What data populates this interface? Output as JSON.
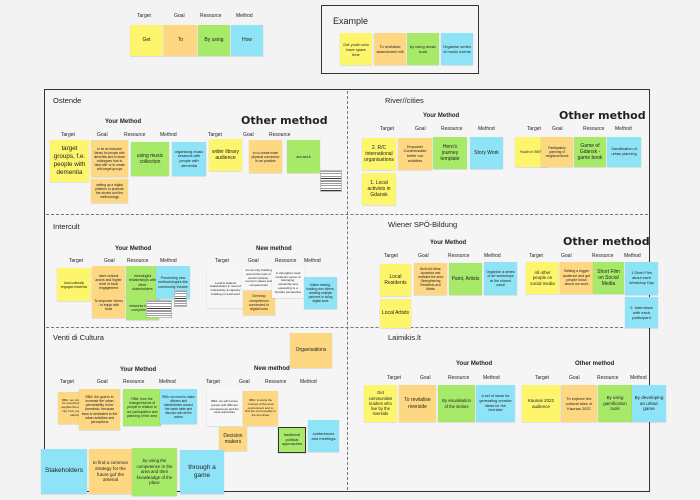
{
  "legend": {
    "headers": [
      "Target",
      "Goal",
      "Resource",
      "Method"
    ],
    "notes": [
      "Get",
      "To",
      "By using",
      "How"
    ]
  },
  "example": {
    "title": "Example",
    "notes": [
      "Get youth who have spare time",
      "To revitalize abandoned mill",
      "by using music boat",
      "Organise series of music events"
    ]
  },
  "h": {
    "target": "Target",
    "goal": "Goal",
    "resource": "Resource",
    "method": "Method"
  },
  "ostende": {
    "title": "Ostende",
    "yours": "Your Method",
    "other": "Other method",
    "target": "target groups, f.e. people with dementia",
    "goal1": "to be an inclusive library for people with dementia and to teach colleagues how to 'deal with' or to create with target groups",
    "goal2": "setting up a digital platform to promote the stories and the methodology",
    "resource": "using music collection",
    "method": "organising music sessions with people with dementia",
    "o_target": "wider library audience",
    "o_goal": "to co-create when physical connection is not possible",
    "o_resource": "art-work"
  },
  "river": {
    "title": "River//cities",
    "yours": "Your Method",
    "other": "Other method",
    "target1": "2. R/C international organisations",
    "target2": "1. Local activists in Gdansk",
    "goal": "Empower Contextualize better our activities",
    "resource": "Hero's journey template",
    "method": "Story Work",
    "o_target": "Youth in BSR",
    "o_goal": "Participatory planning of neighbourhoods",
    "o_resource": "Game of Gdansk - game book",
    "o_method": "Gamification of urban planning"
  },
  "intercult": {
    "title": "Intercult",
    "yours": "Your Method",
    "other": "New method",
    "target": "local culturally engaged residents",
    "goal1": "more cultural actors and higher level of local engagement",
    "goal2": "To empower others - to equip with tools",
    "resource1": "meaningful relationships with other stakeholders",
    "resource2": "networks internal competencies",
    "method": "Presenting new methodologies like community theatre",
    "n_target": "Local & Gdansk stakeholders in need of interactivity & capacity building on local level",
    "n_goal1": "Community building around the topic of social inclusion, common values and competencies",
    "n_goal2": "Develop competence connected to digital tools",
    "n_resource": "to strengthen local residents' sense of belonging, ownership and expanding to a broader perspective",
    "n_method": "Maker making, hosting over others, creating multiple partners in doing digital tools"
  },
  "wiener": {
    "title": "Wiener SPÖ-Bildung",
    "yours": "Your Method",
    "other": "Other method",
    "target1": "Local Residents",
    "target2": "Local Artists",
    "goal": "Build Art-Wear dynamics and revitalize the area Strengthening Residents and Artists",
    "resource": "Paint, Artists",
    "method": "Organise a series of art workshops at the shared canal",
    "o_target": "All other people on social media",
    "o_goal": "Getting a bigger audience and get people know about our work",
    "o_resource": "Short Film on Social Media",
    "o_method1": "1.Short Film about each Workshop Day",
    "o_method2": "2. Interviews with each participant"
  },
  "venti": {
    "title": "Venti di Cultura",
    "yours": "Your Method",
    "other": "New method",
    "target": "RBA: our project is for everybody from neighborhood to the city, from young to elderly",
    "goal": "RBA: the goal is to increase the urban permeability in the Ammirato, because town is dedicated to the urban activities and perceptions",
    "resource": "RBA: from the change/visions of people in relation to our participation and planning of the area",
    "method": "RBA: we need to make citizens and stakeholders around the same table and discuss with all the actors",
    "n_target": "RBA: we will involve people with different competences and the local authorities",
    "n_goal": "RBA: to know the concept of the local environment and to find the commonality to the Ammirato",
    "n_resource1": "Decision makers",
    "n_resource2": "traditional political approaches",
    "n_method": "conferences and meetings",
    "organisations": "Organisations"
  },
  "laimikis": {
    "title": "Laimikis.lt",
    "yours": "Your Method",
    "other": "Other method",
    "target": "Get communities leaders who live by the riverside",
    "goal": "To revitalise riverside",
    "resource": "By visualisation of the stories",
    "method": "A set of ideas for generating creative ideas for the riverside",
    "o_target": "Kaunas 2022 audience",
    "o_goal": "To explore the cultural sites of Kaunas 2022",
    "o_resource": "By using gamification tools",
    "o_method": "By developing an urban game"
  },
  "bottom": {
    "stakeholders": "Stakeholders",
    "goal": "to find a common strategy for the future gof the arsenal",
    "resource": "by using the competence in the area and their knowleadge of the place",
    "method": "through a game"
  }
}
